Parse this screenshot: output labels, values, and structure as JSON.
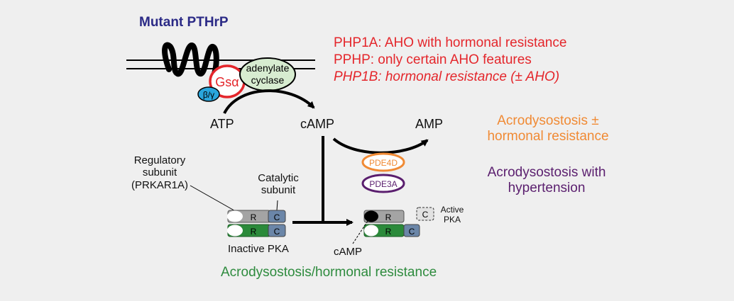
{
  "colors": {
    "background": "#efefef",
    "title_blue": "#2b2a86",
    "red": "#e4262b",
    "orange": "#f08a34",
    "purple": "#5a1e6e",
    "green": "#2e8b3e",
    "receptor_green": "#d7ecd0",
    "gbg_blue": "#2aa6dc",
    "r_gray": "#a4a4a4",
    "r_green": "#2b8a3a",
    "c_blue": "#6b86a8"
  },
  "labels": {
    "mutant_pthrp": "Mutant PTHrP",
    "gs_alpha": "Gsα",
    "beta_gamma": "β/γ",
    "adenylate": "adenylate",
    "cyclase": "cyclase",
    "atp": "ATP",
    "camp": "cAMP",
    "amp": "AMP",
    "pde4d": "PDE4D",
    "pde3a": "PDE3A",
    "regulatory_subunit": [
      "Regulatory",
      "subunit",
      "(PRKAR1A)"
    ],
    "catalytic_subunit": [
      "Catalytic",
      "subunit"
    ],
    "inactive_pka": "Inactive PKA",
    "active_pka": [
      "Active",
      "PKA"
    ],
    "camp_bottom": "cAMP",
    "r": "R",
    "c": "C"
  },
  "disorders": {
    "php1a": "PHP1A: AHO with hormonal resistance",
    "pphp": "PPHP: only certain AHO features",
    "php1b": "PHP1B: hormonal resistance (± AHO)",
    "acro_pm": [
      "Acrodysostosis ±",
      "hormonal resistance"
    ],
    "acro_htn": [
      "Acrodysostosis with",
      "hypertension"
    ],
    "acro_hr": "Acrodysostosis/hormonal resistance"
  }
}
